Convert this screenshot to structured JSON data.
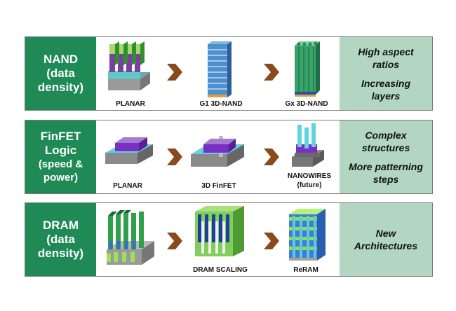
{
  "rows": [
    {
      "label": [
        "NAND",
        "(data",
        "density)"
      ],
      "items": [
        "PLANAR",
        "G1 3D-NAND",
        "Gx 3D-NAND"
      ],
      "notes": [
        "High aspect",
        "ratios",
        "Increasing",
        "layers"
      ]
    },
    {
      "label": [
        "FinFET",
        "Logic",
        "(speed &",
        "power)"
      ],
      "items": [
        "PLANAR",
        "3D FinFET",
        "NANOWIRES",
        "(future)"
      ],
      "notes": [
        "Complex",
        "structures",
        "More patterning",
        "steps"
      ]
    },
    {
      "label": [
        "DRAM",
        "(data",
        "density)"
      ],
      "items": [
        "DRAM SCALING",
        "ReRAM"
      ],
      "notes": [
        "New",
        "Architectures"
      ]
    }
  ],
  "colors": {
    "label_bg": "#1f8a55",
    "notes_bg": "#b2d6c2",
    "arrow": "#8a4a1c",
    "border": "#7a7a7a"
  },
  "icons": [
    "chevron-right-icon"
  ]
}
